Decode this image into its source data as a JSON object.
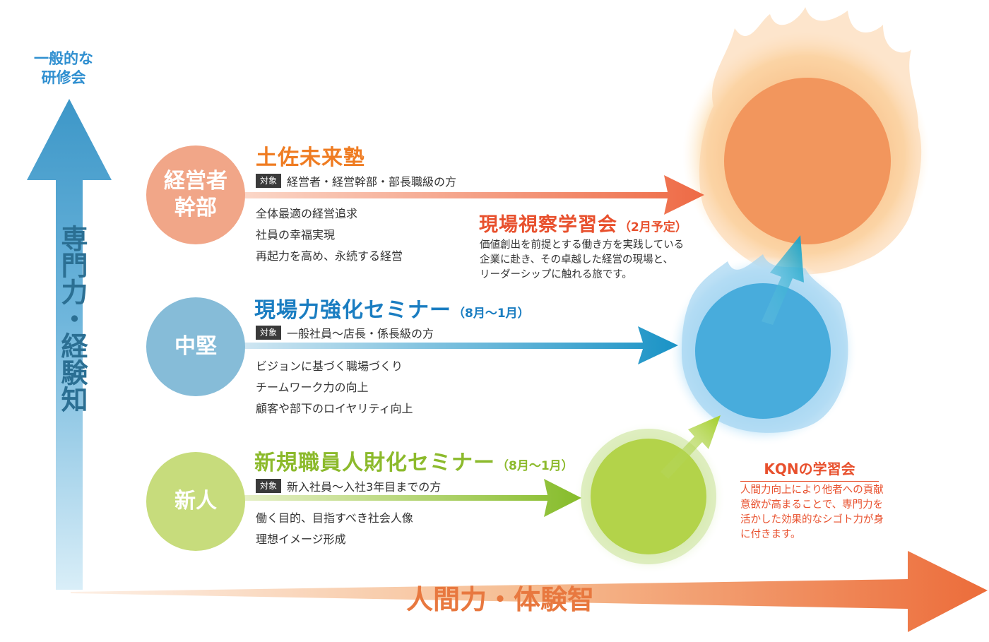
{
  "axes": {
    "top_label": [
      "一般的な",
      "研修会"
    ],
    "vertical": "専門力・経験知",
    "horizontal": "人間力・体験智"
  },
  "levels": [
    {
      "id": "exec",
      "label": [
        "経営者",
        "幹部"
      ],
      "color": "#f1a688"
    },
    {
      "id": "mid",
      "label": [
        "中堅"
      ],
      "color": "#86bcd8"
    },
    {
      "id": "new",
      "label": [
        "新人"
      ],
      "color": "#c7dc7c"
    }
  ],
  "programs": {
    "exec": {
      "title": "土佐未来塾",
      "target_tag": "対象",
      "target": "経営者・経営幹部・部長職級の方",
      "bullets": [
        "全体最適の経営追求",
        "社員の幸福実現",
        "再起力を高め、永続する経営"
      ],
      "color": "#ef7c22"
    },
    "mid": {
      "title": "現場力強化セミナー",
      "period": "（8月～1月）",
      "target_tag": "対象",
      "target": "一般社員〜店長・係長級の方",
      "bullets": [
        "ビジョンに基づく職場づくり",
        "チームワーク力の向上",
        "顧客や部下のロイヤリティ向上"
      ],
      "color": "#1a7dc1"
    },
    "new": {
      "title": "新規職員人財化セミナー",
      "period": "（8月～1月）",
      "target_tag": "対象",
      "target": "新入社員〜入社3年目までの方",
      "bullets": [
        "働く目的、目指すべき社会人像",
        "理想イメージ形成"
      ],
      "color": "#8cba2c"
    },
    "field_study": {
      "title": "現場視察学習会",
      "period": "（2月予定）",
      "description": [
        "価値創出を前提とする働き方を実践している",
        "企業に赴き、その卓越した経営の現場と、",
        "リーダーシップに触れる旅です。"
      ],
      "color": "#e8502d"
    }
  },
  "kqn": {
    "title": "KQNの学習会",
    "description": [
      "人間力向上により他者への貢献",
      "意欲が高まることで、専門力を",
      "活かした効果的なシゴト力が身",
      "に付きます。"
    ],
    "color": "#e8502d"
  }
}
